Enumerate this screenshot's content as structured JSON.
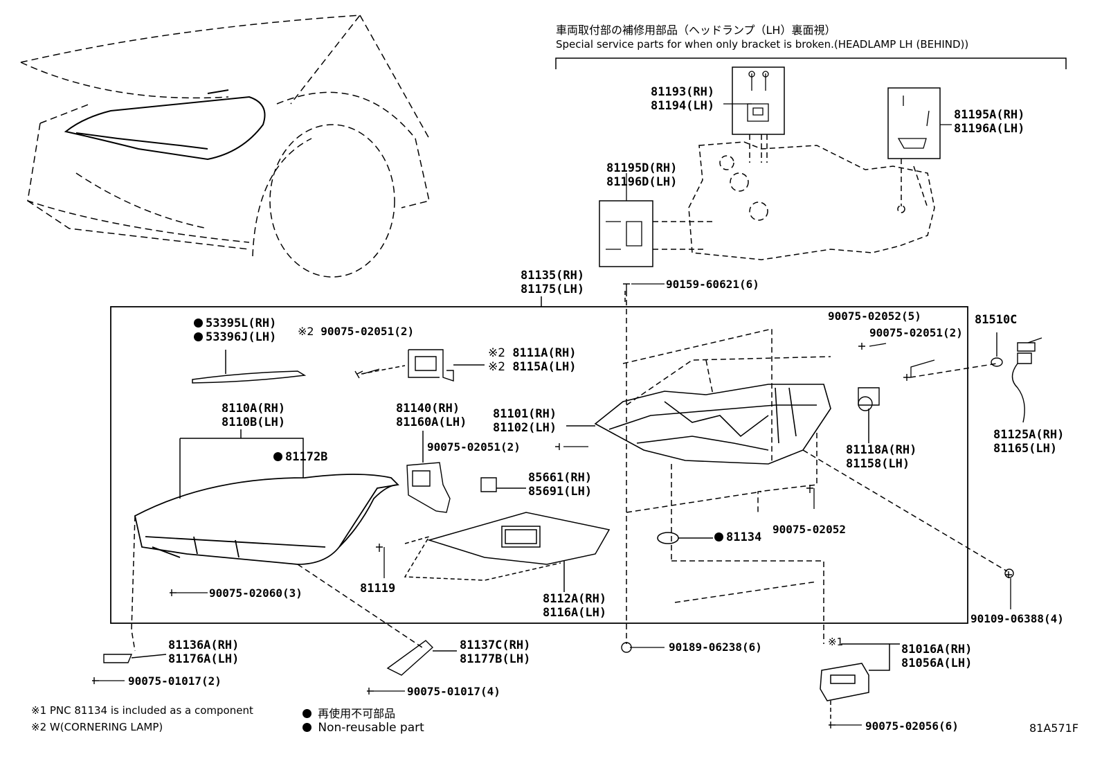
{
  "header": {
    "title_jp": "車両取付部の補修用部品（ヘッドランプ（LH）裏面視）",
    "title_en": "Special service parts for when only bracket is broken.(HEADLAMP LH (BEHIND))"
  },
  "labels": {
    "p81193": "81193(RH)",
    "p81194": "81194(LH)",
    "p81195A": "81195A(RH)",
    "p81196A": "81196A(LH)",
    "p81195D": "81195D(RH)",
    "p81196D": "81196D(LH)",
    "p81135": "81135(RH)",
    "p81175": "81175(LH)",
    "p90159": "90159-60621(6)",
    "p53395L": "53395L(RH)",
    "p53396J": "53396J(LH)",
    "mark2_a": "※2",
    "p90075_02051_2a": "90075-02051(2)",
    "mark2_b": "※2",
    "p8111A": "8111A(RH)",
    "mark2_c": "※2",
    "p8115A": "8115A(LH)",
    "p90075_02052_5": "90075-02052(5)",
    "p90075_02051_2b": "90075-02051(2)",
    "p81510C": "81510C",
    "p8110A": "8110A(RH)",
    "p8110B": "8110B(LH)",
    "p81172B": "81172B",
    "p81140": "81140(RH)",
    "p81160A": "81160A(LH)",
    "p81101": "81101(RH)",
    "p81102": "81102(LH)",
    "p90075_02051_2c": "90075-02051(2)",
    "p81118A": "81118A(RH)",
    "p81158": "81158(LH)",
    "p81125A": "81125A(RH)",
    "p81165": "81165(LH)",
    "p85661": "85661(RH)",
    "p85691": "85691(LH)",
    "p90075_02052": "90075-02052",
    "p81134": "81134",
    "p81119": "81119",
    "p8112A": "8112A(RH)",
    "p8116A": "8116A(LH)",
    "p90075_02060": "90075-02060(3)",
    "p90109": "90109-06388(4)",
    "p81136A": "81136A(RH)",
    "p81176A": "81176A(LH)",
    "p81137C": "81137C(RH)",
    "p81177B": "81177B(LH)",
    "p90189": "90189-06238(6)",
    "mark1": "※1",
    "p81016A": "81016A(RH)",
    "p81056A": "81056A(LH)",
    "p90075_01017_2": "90075-01017(2)",
    "p90075_01017_4": "90075-01017(4)",
    "p90075_02056": "90075-02056(6)"
  },
  "notes": {
    "note1": "※1 PNC 81134 is included as a component",
    "note2": "※2 W(CORNERING LAMP)",
    "legend_jp": "再使用不可部品",
    "legend_en": "Non-reusable part"
  },
  "figure_code": "81A571F"
}
